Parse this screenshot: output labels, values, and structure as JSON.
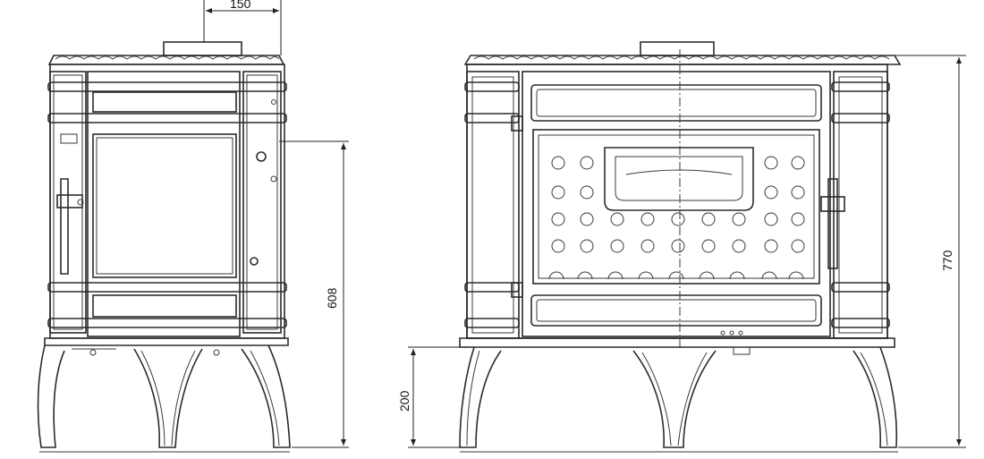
{
  "drawing": {
    "views": [
      "side-view",
      "front-view"
    ],
    "dimensions": {
      "flue_offset": "150",
      "flue_height_side": "608",
      "leg_height": "200",
      "total_height": "770"
    }
  }
}
